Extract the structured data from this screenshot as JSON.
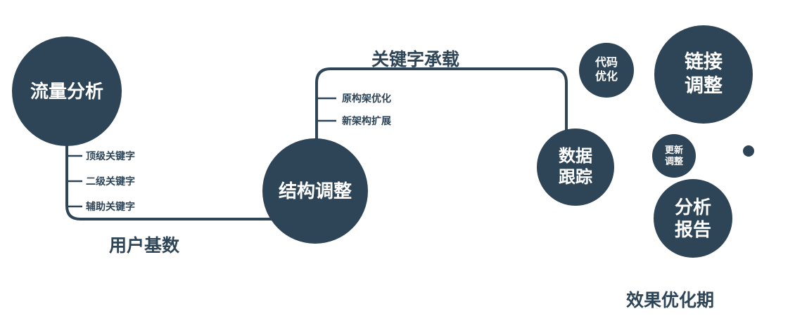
{
  "colors": {
    "primary": "#2e4557",
    "node_text": "#ffffff",
    "background": "#ffffff"
  },
  "nodes": {
    "traffic_analysis": {
      "label": "流量分析"
    },
    "structure_adjust": {
      "label": "结构调整"
    },
    "data_tracking": {
      "line1": "数据",
      "line2": "跟踪"
    },
    "code_optimization": {
      "line1": "代码",
      "line2": "优化"
    },
    "link_adjustment": {
      "line1": "链接",
      "line2": "调整"
    },
    "update_adjustment": {
      "line1": "更新",
      "line2": "调整"
    },
    "analysis_report": {
      "line1": "分析",
      "line2": "报告"
    }
  },
  "edge_labels": {
    "user_base": "用户基数",
    "keyword_carry": "关键字承载"
  },
  "branches": {
    "traffic": [
      {
        "label": "顶级关键字"
      },
      {
        "label": "二级关键字"
      },
      {
        "label": "辅助关键字"
      }
    ],
    "structure": [
      {
        "label": "原构架优化"
      },
      {
        "label": "新架构扩展"
      }
    ]
  },
  "footer": {
    "label": "效果优化期"
  }
}
